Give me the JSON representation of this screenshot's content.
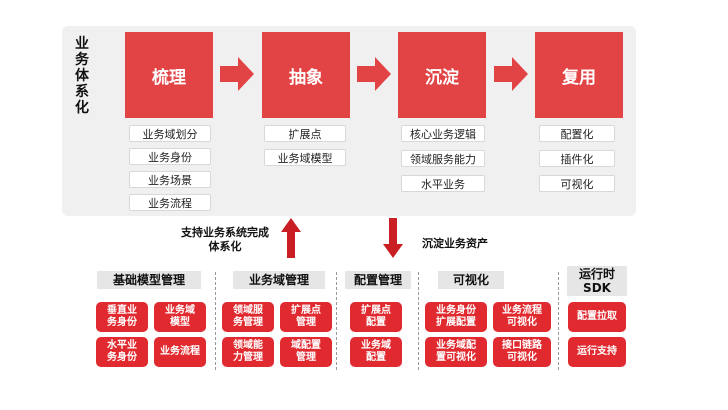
{
  "system": {
    "title": [
      "业",
      "务",
      "体",
      "系",
      "化"
    ]
  },
  "stages": [
    {
      "label": "梳理",
      "items": [
        "业务域划分",
        "业务身份",
        "业务场景",
        "业务流程"
      ]
    },
    {
      "label": "抽象",
      "items": [
        "扩展点",
        "业务域模型"
      ]
    },
    {
      "label": "沉淀",
      "items": [
        "核心业务逻辑",
        "领域服务能力",
        "水平业务"
      ]
    },
    {
      "label": "复用",
      "items": [
        "配置化",
        "插件化",
        "可视化"
      ]
    }
  ],
  "flows": {
    "up_label": [
      "支持业务系统完成",
      "体系化"
    ],
    "down_label": "沉淀业务资产"
  },
  "groups": [
    {
      "title": "基础模型管理",
      "tiles": [
        "垂直业\n务身份",
        "业务域\n模型",
        "水平业\n务身份",
        "业务流程"
      ]
    },
    {
      "title": "业务域管理",
      "tiles": [
        "领域服\n务管理",
        "扩展点\n管理",
        "领域能\n力管理",
        "域配置\n管理"
      ]
    },
    {
      "title": "配置管理",
      "tiles": [
        "扩展点\n配置",
        "业务域\n配置"
      ]
    },
    {
      "title": "可视化",
      "tiles": [
        "业务身份\n扩展配置",
        "业务流程\n可视化",
        "业务域配\n置可视化",
        "接口链路\n可视化"
      ]
    },
    {
      "title": "运行时\nSDK",
      "tiles": [
        "配置拉取",
        "运行支持"
      ]
    }
  ],
  "colors": {
    "accent": "#e24345",
    "tile": "#e02a2f",
    "panel": "#f0f0f0"
  }
}
